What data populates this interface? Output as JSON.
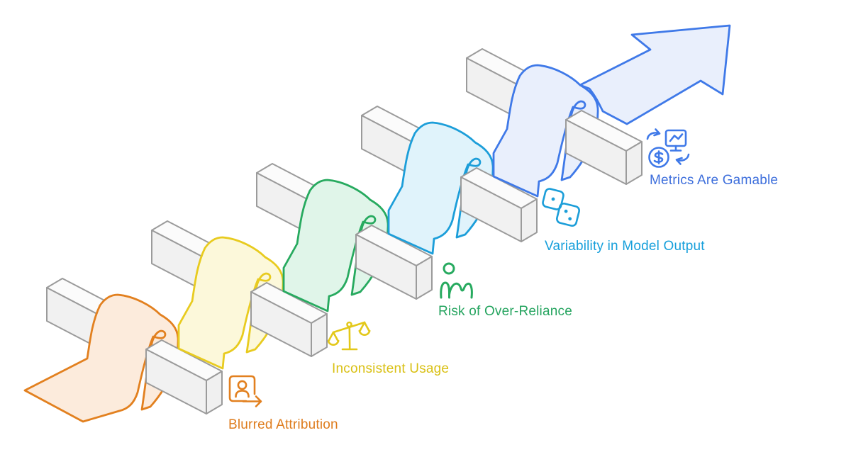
{
  "diagram_type": "isometric-ribbon-weave-flow",
  "stages": [
    {
      "label": "Blurred Attribution",
      "icon": "person-badge-arrow-icon",
      "text_color": "#DE7C1D",
      "icon_color": "#E2801F",
      "ribbon_fill": "#FCEBDC",
      "ribbon_stroke": "#E2801F"
    },
    {
      "label": "Inconsistent Usage",
      "icon": "balance-scale-icon",
      "text_color": "#D9C013",
      "icon_color": "#E3C81A",
      "ribbon_fill": "#FCF8DA",
      "ribbon_stroke": "#E8CB1F"
    },
    {
      "label": "Risk of Over-Reliance",
      "icon": "person-slipping-icon",
      "text_color": "#25A45F",
      "icon_color": "#27AA5F",
      "ribbon_fill": "#E0F5E9",
      "ribbon_stroke": "#27AA5F"
    },
    {
      "label": "Variability in Model Output",
      "icon": "dice-icon",
      "text_color": "#169FDB",
      "icon_color": "#1C9ED9",
      "ribbon_fill": "#E0F3FB",
      "ribbon_stroke": "#1C9ED9"
    },
    {
      "label": "Metrics Are Gamable",
      "icon": "money-cycle-monitor-icon",
      "text_color": "#3E6FDC",
      "icon_color": "#3F79E8",
      "ribbon_fill": "#E9EFFC",
      "ribbon_stroke": "#3F79E8"
    }
  ],
  "palette": {
    "background": "#FFFFFF",
    "beam_top": "#FBFBFB",
    "beam_front": "#F1F1F1",
    "beam_cap": "#F0F0F0",
    "beam_stroke": "#9B9B9B"
  }
}
